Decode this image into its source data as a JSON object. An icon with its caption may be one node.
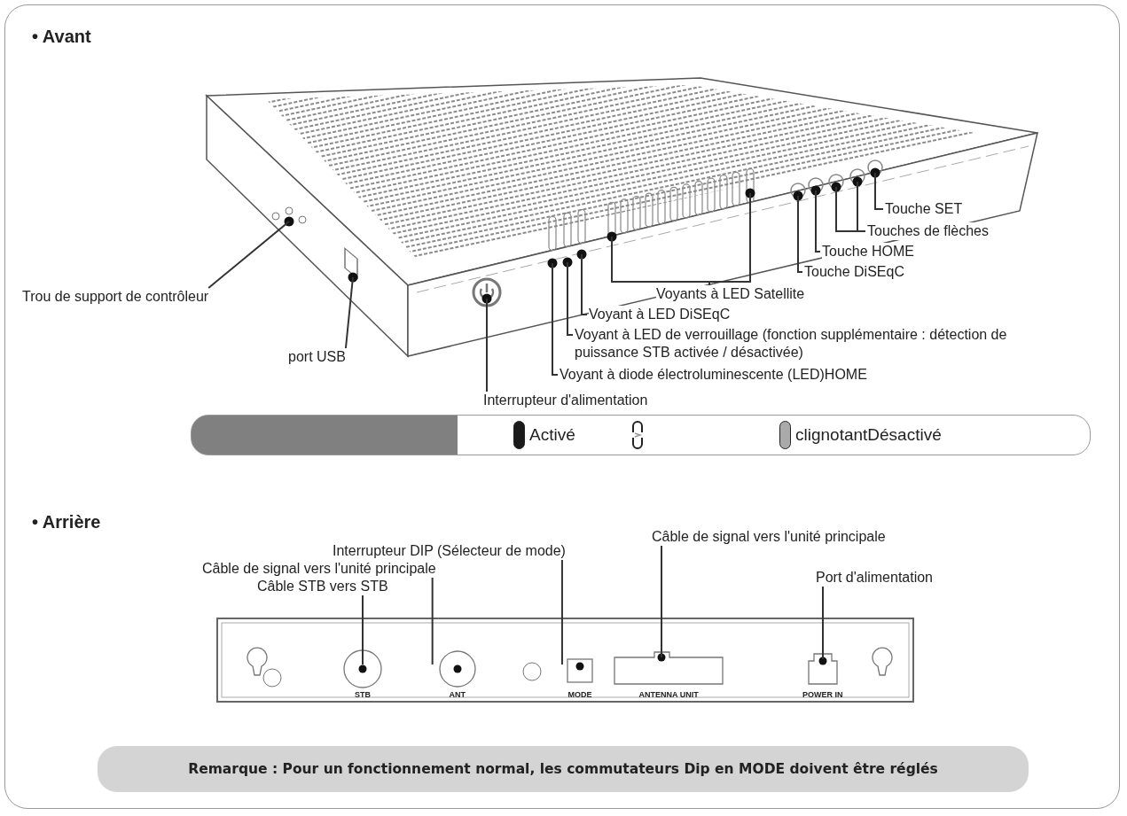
{
  "diagram": {
    "nodes": [
      {
        "text": [
          "Trou de support de contrôleur"
        ]
      },
      {
        "text": [
          "port USB"
        ]
      },
      {
        "text": [
          "Voyants à LED Satellite"
        ]
      },
      {
        "text": [
          "Touche SET"
        ]
      },
      {
        "text": [
          "Touches de flèches"
        ]
      },
      {
        "text": [
          "Touche HOME"
        ]
      },
      {
        "text": [
          "Touche DiSEqC"
        ]
      },
      {
        "text": [
          "Voyant à LED DiSEqC"
        ]
      },
      {
        "text": [
          "Voyant à LED de verrouillage (fonction supplémentaire : détection de puissance STB activée / désactivée)"
        ]
      },
      {
        "text": [
          "Voyant à diode électroluminescente (LED)HOME"
        ]
      },
      {
        "text": [
          "Interrupteur d'alimentation"
        ]
      },
      {
        "text": [
          "Câble de signal vers l'unité principale"
        ]
      },
      {
        "text": [
          "Interrupteur DIP (Sélecteur de mode)"
        ]
      },
      {
        "text": [
          "Câble de signal vers l'unité principale"
        ]
      },
      {
        "text": [
          "Port d'alimentation"
        ]
      },
      {
        "text": [
          "Câble STB vers STB"
        ]
      }
    ],
    "edges": [
      {
        "from": 0,
        "to": null,
        "arrow": "none"
      },
      {
        "from": 1,
        "to": null,
        "arrow": "none"
      },
      {
        "from": 2,
        "to": null,
        "arrow": "none"
      },
      {
        "from": 2,
        "to": null,
        "arrow": "none"
      },
      {
        "from": 3,
        "to": null,
        "arrow": "none"
      },
      {
        "from": 4,
        "to": null,
        "arrow": "none"
      },
      {
        "from": 4,
        "to": null,
        "arrow": "none"
      },
      {
        "from": 5,
        "to": null,
        "arrow": "none"
      },
      {
        "from": 6,
        "to": null,
        "arrow": "none"
      },
      {
        "from": 7,
        "to": null,
        "arrow": "none"
      },
      {
        "from": 8,
        "to": null,
        "arrow": "none"
      },
      {
        "from": 9,
        "to": null,
        "arrow": "none"
      },
      {
        "from": 10,
        "to": null,
        "arrow": "none"
      },
      {
        "from": 11,
        "to": null,
        "arrow": "none"
      },
      {
        "from": 12,
        "to": null,
        "arrow": "none"
      },
      {
        "from": 13,
        "to": null,
        "arrow": "none"
      },
      {
        "from": 14,
        "to": null,
        "arrow": "none"
      },
      {
        "from": 15,
        "to": null,
        "arrow": "none"
      }
    ],
    "labels": [
      "• Avant",
      "• Arrière",
      "STB",
      "ANT",
      "MODE",
      "ANTENNA UNIT",
      "POWER IN",
      "Remarque : Pour un fonctionnement normal, les commutateurs Dip en MODE doivent être réglés"
    ],
    "legend": [
      {
        "text": "Activé",
        "color": "#1a1a1a"
      },
      {
        "text": "clignotantDésactivé",
        "color": "#aaaaaa"
      }
    ]
  }
}
